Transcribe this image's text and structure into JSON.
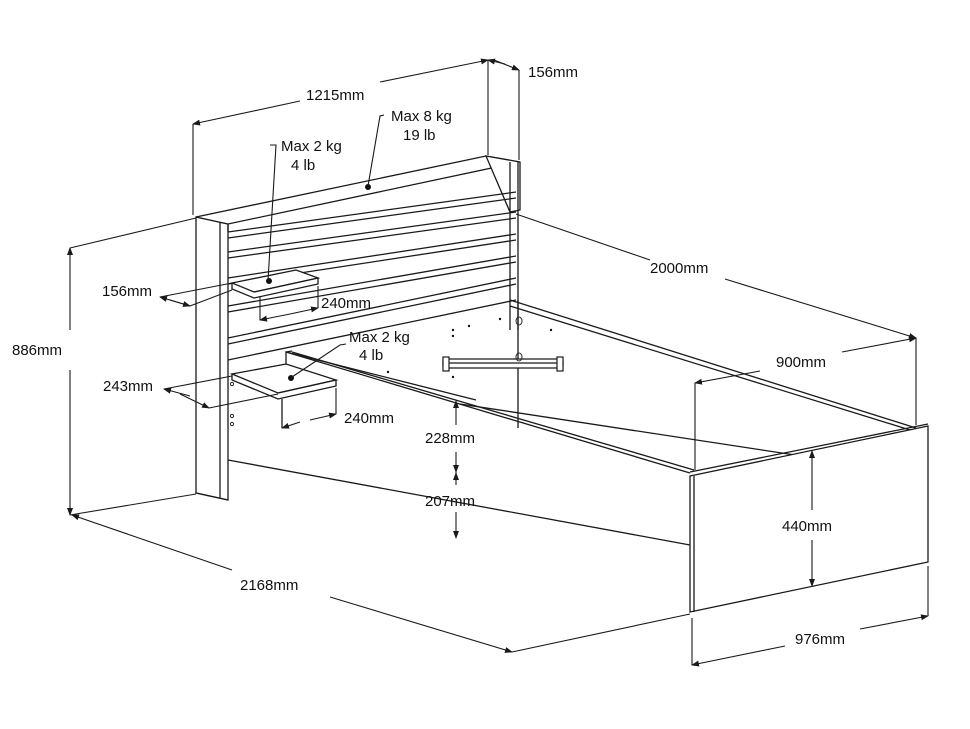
{
  "diagram": {
    "subject": "Single bed with shelved headboard - dimension drawing",
    "colors": {
      "line": "#1a1a1a",
      "background": "#ffffff"
    },
    "dimensions": {
      "headboard_width": "1215mm",
      "headboard_depth": "156mm",
      "bed_length": "2000mm",
      "overall_height": "886mm",
      "upper_shelf_depth": "156mm",
      "upper_shelf_width": "240mm",
      "lower_shelf_depth": "243mm",
      "lower_shelf_width": "240mm",
      "inner_width": "900mm",
      "rail_height": "228mm",
      "under_clearance": "207mm",
      "footboard_height": "440mm",
      "overall_length": "2168mm",
      "overall_width": "976mm"
    },
    "loads": {
      "top_shelf": {
        "kg": "Max 8 kg",
        "lb": "19 lb"
      },
      "upper_side_shelf": {
        "kg": "Max 2 kg",
        "lb": "4 lb"
      },
      "lower_side_shelf": {
        "kg": "Max 2 kg",
        "lb": "4 lb"
      }
    }
  }
}
